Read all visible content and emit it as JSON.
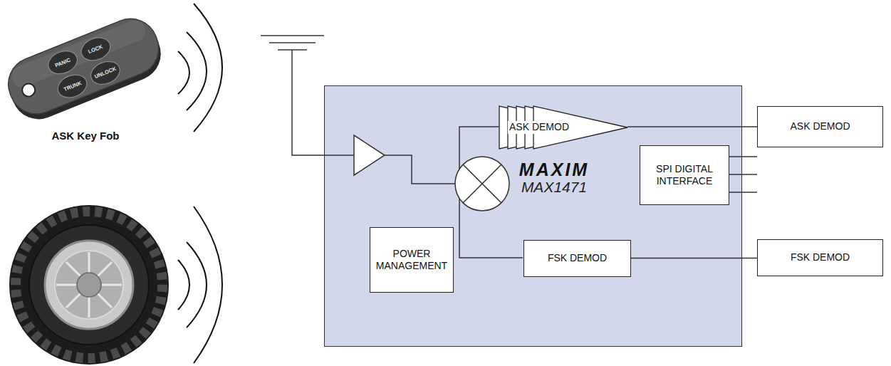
{
  "diagram": {
    "nodes": [
      {
        "text": [
          "MAXIM",
          "MAX1471"
        ]
      },
      {
        "text": [
          "ASK DEMOD"
        ],
        "in": 0
      },
      {
        "text": [
          "ASK DEMOD"
        ]
      },
      {
        "text": [
          "SPI DIGITAL INTERFACE"
        ],
        "in": 0
      },
      {
        "text": [
          "POWER MANAGEMENT"
        ],
        "in": 0
      },
      {
        "text": [
          "FSK DEMOD"
        ],
        "in": 0
      },
      {
        "text": [
          "FSK DEMOD"
        ]
      }
    ],
    "edges": [
      {
        "from": 1,
        "to": 2,
        "arrow": "none"
      },
      {
        "from": 5,
        "to": 6,
        "arrow": "none"
      }
    ],
    "labels": [
      "ASK Key Fob",
      "PANIC",
      "LOCK",
      "TRUNK",
      "UNLOCK"
    ]
  }
}
